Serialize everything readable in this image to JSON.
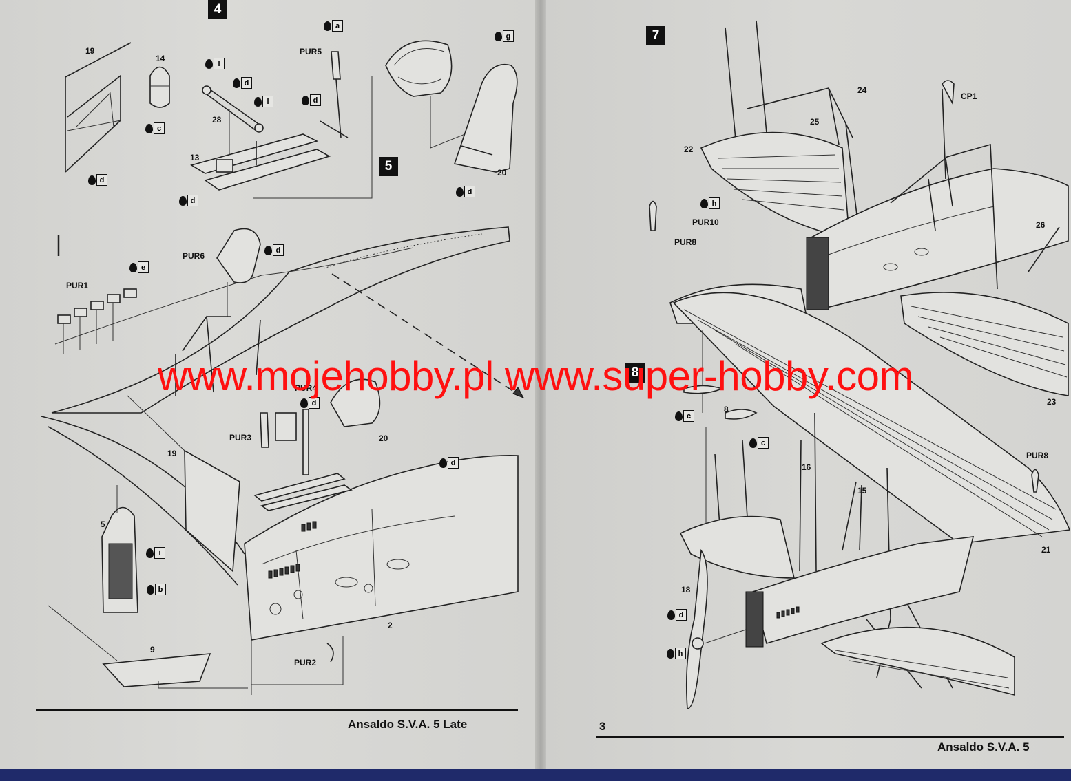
{
  "left_page": {
    "marker": "I",
    "steps": [
      {
        "id": "step-4",
        "number": "4"
      },
      {
        "id": "step-5",
        "number": "5"
      }
    ],
    "parts": {
      "p19a": "19",
      "p14": "14",
      "p28": "28",
      "p13": "13",
      "pur5": "PUR5",
      "p20a": "20",
      "pur6": "PUR6",
      "pur1": "PUR1",
      "pur4": "PUR4",
      "pur3": "PUR3",
      "p20b": "20",
      "p19b": "19",
      "p5": "5",
      "p9": "9",
      "p2": "2",
      "pur2": "PUR2"
    },
    "paints": {
      "c1": "c",
      "d1": "d",
      "l1": "l",
      "d2": "d",
      "l2": "l",
      "d3": "d",
      "a1": "a",
      "d4": "d",
      "g1": "g",
      "d5": "d",
      "d6": "d",
      "e1": "e",
      "d7": "d",
      "d8": "d",
      "i1": "i",
      "b1": "b"
    },
    "footer_title": "Ansaldo S.V.A. 5 Late"
  },
  "right_page": {
    "steps": [
      {
        "id": "step-7",
        "number": "7"
      },
      {
        "id": "step-8",
        "number": "8"
      }
    ],
    "parts": {
      "p24": "24",
      "cp1": "CP1",
      "p25": "25",
      "p22": "22",
      "pur10": "PUR10",
      "pur8a": "PUR8",
      "p26": "26",
      "p23": "23",
      "p8": "8",
      "p16": "16",
      "p15": "15",
      "pur8b": "PUR8",
      "p21": "21",
      "p18": "18"
    },
    "paints": {
      "h1": "h",
      "c2": "c",
      "c3": "c",
      "d9": "d",
      "h2": "h"
    },
    "page_number": "3",
    "footer_title": "Ansaldo S.V.A. 5"
  },
  "watermark": "www.mojehobby.pl www.super-hobby.com",
  "colors": {
    "watermark": "#ff1010",
    "paper": "#d9d9d6",
    "ink": "#111111",
    "border": "#1f2a6a"
  }
}
